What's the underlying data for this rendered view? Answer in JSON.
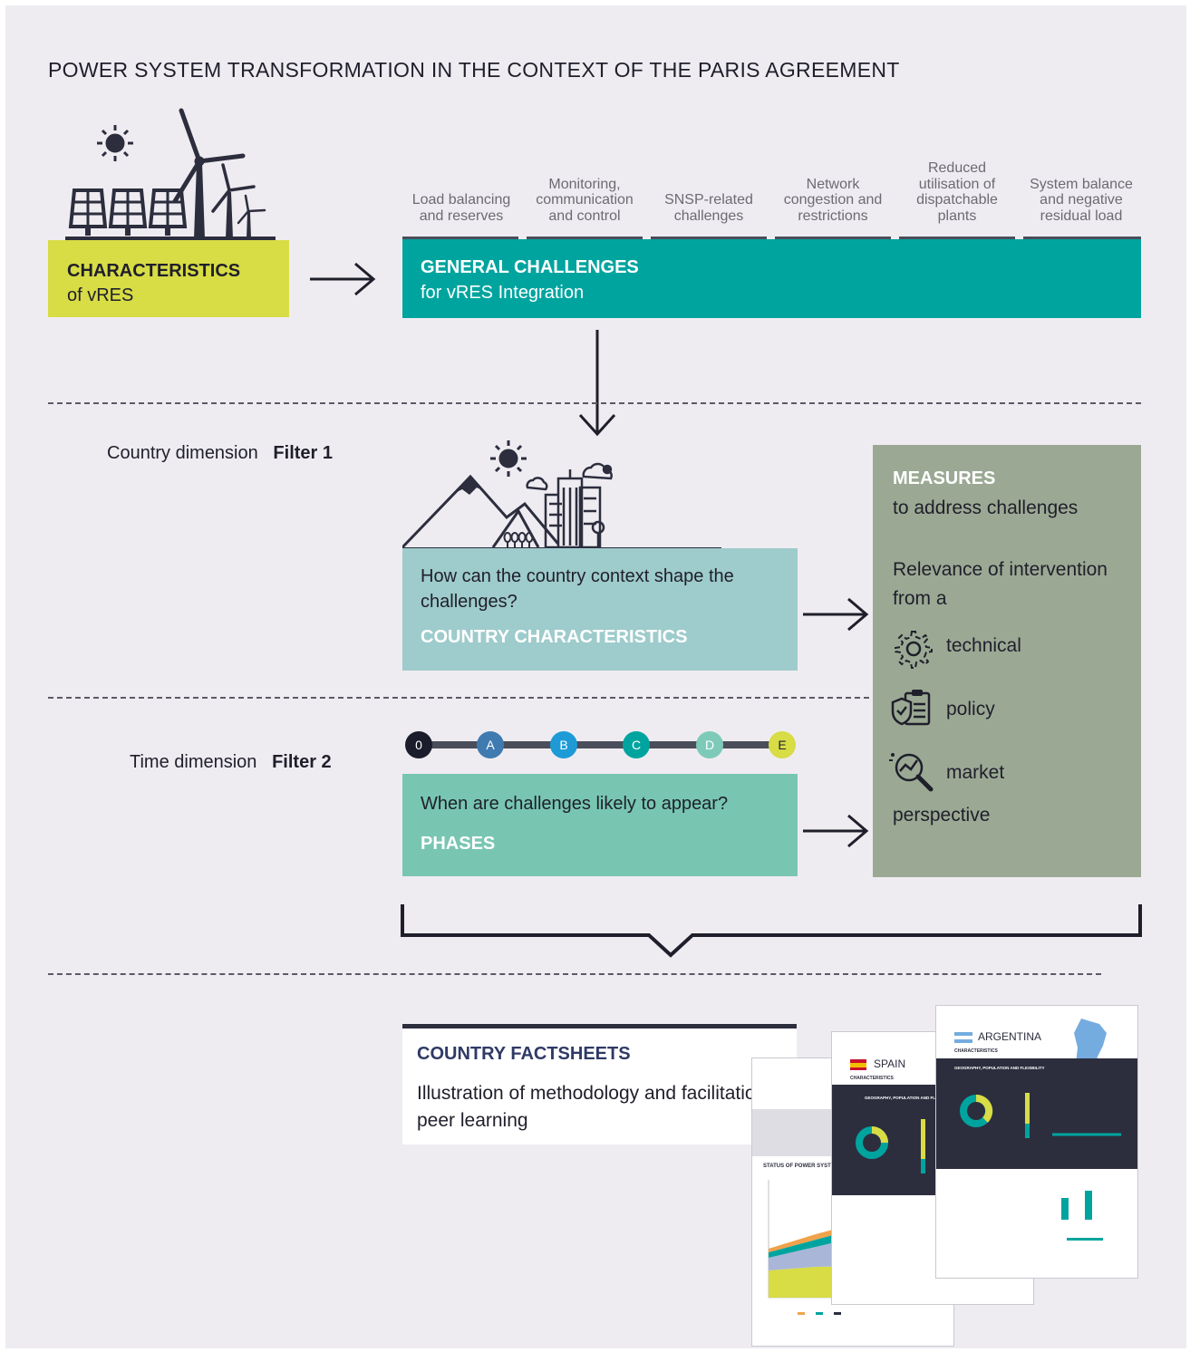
{
  "title": "POWER SYSTEM TRANSFORMATION IN THE CONTEXT OF THE PARIS AGREEMENT",
  "characteristics": {
    "heading": "CHARACTERISTICS",
    "subheading": "of vRES"
  },
  "general_challenges": {
    "heading": "GENERAL CHALLENGES",
    "subheading": "for vRES Integration",
    "items": [
      "Load balancing and reserves",
      "Monitoring, communication and control",
      "SNSP-related challenges",
      "Network congestion and restrictions",
      "Reduced utilisation of dispatchable plants",
      "System balance and negative residual load"
    ]
  },
  "filter1": {
    "label": "Country dimension",
    "filter": "Filter 1"
  },
  "filter2": {
    "label": "Time dimension",
    "filter": "Filter 2"
  },
  "country_box": {
    "question": "How can the country context shape the challenges?",
    "heading": "COUNTRY CHARACTERISTICS"
  },
  "phases_box": {
    "question": "When are challenges likely to appear?",
    "heading": "PHASES"
  },
  "phase_nodes": [
    {
      "label": "0",
      "color": "#1b1c2c"
    },
    {
      "label": "A",
      "color": "#3f7bb0"
    },
    {
      "label": "B",
      "color": "#1e9ad6"
    },
    {
      "label": "C",
      "color": "#00a49f"
    },
    {
      "label": "D",
      "color": "#7ecab8"
    },
    {
      "label": "E",
      "color": "#d8dc45"
    }
  ],
  "measures": {
    "heading": "MEASURES",
    "subheading": "to address challenges",
    "relevance": "Relevance of intervention from a",
    "items": [
      "technical",
      "policy",
      "market"
    ],
    "footer": "perspective"
  },
  "factsheets": {
    "heading": "COUNTRY FACTSHEETS",
    "text": "Illustration of methodology and facilitation of peer learning",
    "sheets": [
      {
        "country": "ARGENTINA",
        "section": "CHARACTERISTICS",
        "band": "GEOGRAPHY, POPULATION AND FLEXIBILITY"
      },
      {
        "country": "SPAIN",
        "section": "CHARACTERISTICS",
        "band": "GEOGRAPHY, POPULATION AND FLEXIBILITY"
      }
    ],
    "back_sheet": {
      "status": "STATUS OF POWER SYSTEM"
    }
  }
}
